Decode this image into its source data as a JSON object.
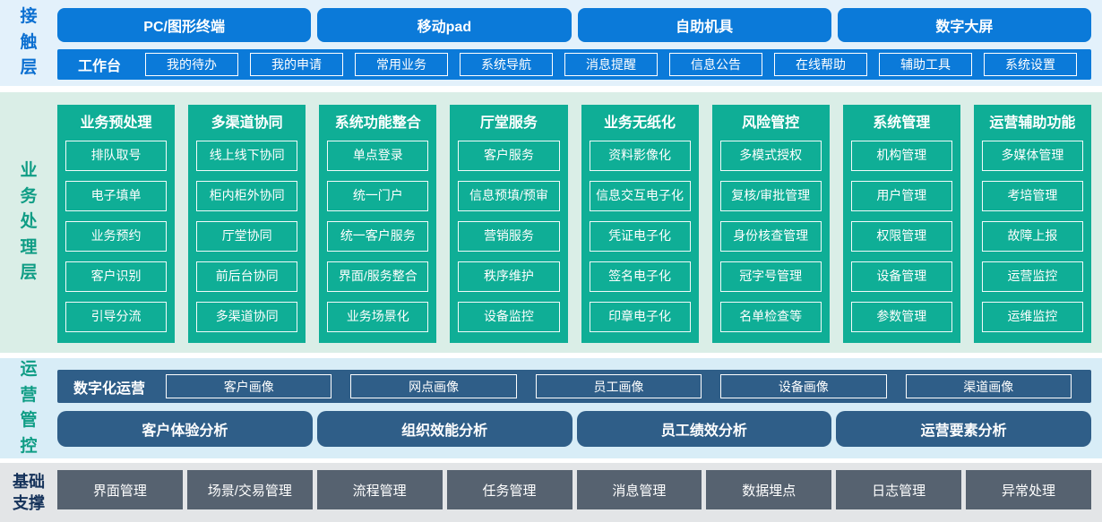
{
  "colors": {
    "blue": "#0b7ad9",
    "blue_band_bg": "#e3f1fb",
    "touch_label": "#0b6fd1",
    "teal": "#0fae96",
    "teal_band_bg": "#daeee7",
    "teal_label": "#0f9d85",
    "navy": "#2f5e88",
    "cyan_band_bg": "#d8edf7",
    "slate": "#566270",
    "gray_band_bg": "#e3e5e7",
    "base_label": "#15325a"
  },
  "touch_layer": {
    "label": "接触层",
    "terminals": [
      "PC/图形终端",
      "移动pad",
      "自助机具",
      "数字大屏"
    ],
    "workbench": {
      "label": "工作台",
      "items": [
        "我的待办",
        "我的申请",
        "常用业务",
        "系统导航",
        "消息提醒",
        "信息公告",
        "在线帮助",
        "辅助工具",
        "系统设置"
      ]
    }
  },
  "business_layer": {
    "label": "业务处理层",
    "columns": [
      {
        "title": "业务预处理",
        "items": [
          "排队取号",
          "电子填单",
          "业务预约",
          "客户识别",
          "引导分流"
        ]
      },
      {
        "title": "多渠道协同",
        "items": [
          "线上线下协同",
          "柜内柜外协同",
          "厅堂协同",
          "前后台协同",
          "多渠道协同"
        ]
      },
      {
        "title": "系统功能整合",
        "items": [
          "单点登录",
          "统一门户",
          "统一客户服务",
          "界面/服务整合",
          "业务场景化"
        ]
      },
      {
        "title": "厅堂服务",
        "items": [
          "客户服务",
          "信息预填/预审",
          "营销服务",
          "秩序维护",
          "设备监控"
        ]
      },
      {
        "title": "业务无纸化",
        "items": [
          "资料影像化",
          "信息交互电子化",
          "凭证电子化",
          "签名电子化",
          "印章电子化"
        ]
      },
      {
        "title": "风险管控",
        "items": [
          "多模式授权",
          "复核/审批管理",
          "身份核查管理",
          "冠字号管理",
          "名单检查等"
        ]
      },
      {
        "title": "系统管理",
        "items": [
          "机构管理",
          "用户管理",
          "权限管理",
          "设备管理",
          "参数管理"
        ]
      },
      {
        "title": "运营辅助功能",
        "items": [
          "多媒体管理",
          "考培管理",
          "故障上报",
          "运营监控",
          "运维监控"
        ]
      }
    ]
  },
  "ops_layer": {
    "label": "运营管控",
    "digital_ops": {
      "label": "数字化运营",
      "items": [
        "客户画像",
        "网点画像",
        "员工画像",
        "设备画像",
        "渠道画像"
      ]
    },
    "analysis": [
      "客户体验分析",
      "组织效能分析",
      "员工绩效分析",
      "运营要素分析"
    ]
  },
  "base_layer": {
    "label": "基础支撑",
    "items": [
      "界面管理",
      "场景/交易管理",
      "流程管理",
      "任务管理",
      "消息管理",
      "数据埋点",
      "日志管理",
      "异常处理"
    ]
  }
}
